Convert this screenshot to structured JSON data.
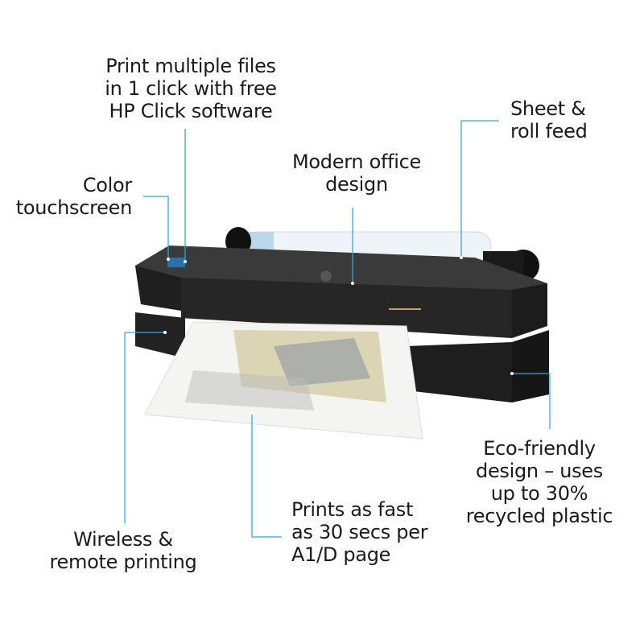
{
  "callouts": {
    "hp_click": "Print multiple files\nin 1 click with free\nHP Click software",
    "touchscreen": "Color\ntouchscreen",
    "design": "Modern office\ndesign",
    "roll_feed": "Sheet &\nroll feed",
    "wireless": "Wireless &\nremote printing",
    "speed": "Prints as fast\nas 30 secs per\nA1/D page",
    "eco": "Eco-friendly\ndesign – uses\nup to 30%\nrecycled plastic"
  },
  "colors": {
    "callout_line": "#3ba3dc",
    "printer_body": "#2b2b2b",
    "text": "#1a1a1a"
  },
  "icons": [
    "hp-logo-icon"
  ]
}
